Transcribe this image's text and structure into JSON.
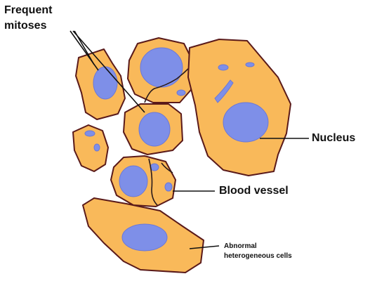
{
  "labels": {
    "frequent_mitoses_line1": "Frequent",
    "frequent_mitoses_line2": "mitoses",
    "nucleus": "Nucleus",
    "blood_vessel": "Blood vessel",
    "abnormal_cells_line1": "Abnormal",
    "abnormal_cells_line2": "heterogeneous cells"
  },
  "colors": {
    "cytoplasm": "#f9b95a",
    "cell_border": "#5a1a1a",
    "nucleus": "#7e8fe8",
    "text": "#111111",
    "background": "#ffffff"
  }
}
